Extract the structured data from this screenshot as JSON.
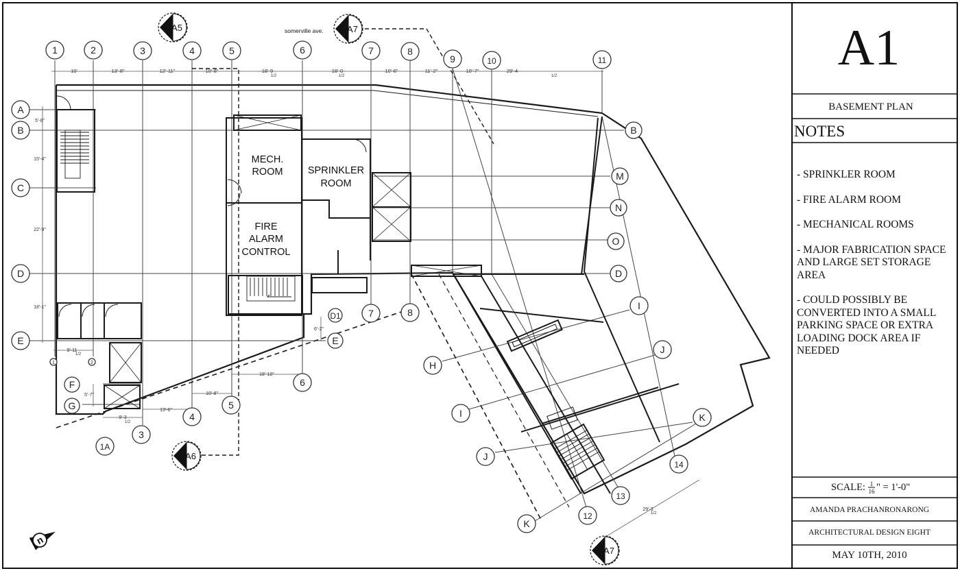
{
  "title_block": {
    "sheet_number": "A1",
    "sheet_title": "BASEMENT PLAN",
    "notes_heading": "NOTES",
    "notes": [
      "  - SPRINKLER ROOM",
      " - FIRE ALARM ROOM",
      " - MECHANICAL ROOMS",
      " - MAJOR FABRICATION SPACE\nAND LARGE SET STORAGE AREA",
      " - COULD POSSIBLY BE CONVERTED INTO A SMALL PARKING SPACE OR EXTRA LOADING DOCK AREA IF NEEDED"
    ],
    "scale_prefix": "SCALE: ",
    "scale_num": "1",
    "scale_den": "16",
    "scale_suffix": "\" = 1'-0\"",
    "author": "AMANDA PRACHANRONARONG",
    "course": "ARCHITECTURAL DESIGN EIGHT",
    "date": "MAY 10TH, 2010"
  },
  "plan": {
    "street_label": "somerville ave.",
    "rooms": {
      "mech_1": "MECH.",
      "mech_2": "ROOM",
      "sprinkler_1": "SPRINKLER",
      "sprinkler_2": "ROOM",
      "fire_1": "FIRE",
      "fire_2": "ALARM",
      "fire_3": "CONTROL"
    },
    "grid_columns_top": [
      "1",
      "2",
      "3",
      "4",
      "5",
      "6",
      "7",
      "8",
      "9",
      "10",
      "11"
    ],
    "grid_rows_left": [
      "A",
      "B",
      "C",
      "D",
      "E"
    ],
    "grid_rows_right": [
      "B",
      "M",
      "N",
      "O",
      "D"
    ],
    "grid_bottom_left": [
      "1A",
      "3",
      "4",
      "5",
      "6",
      "7",
      "8"
    ],
    "grid_left_small": [
      "F",
      "G",
      "1",
      "2"
    ],
    "grid_wing": [
      "H",
      "I",
      "J",
      "K",
      "I",
      "J",
      "K",
      "12",
      "13",
      "14"
    ],
    "misc_labels": [
      "E",
      "D1"
    ],
    "section_markers": [
      "A5",
      "A7",
      "A6",
      "A7"
    ],
    "north_label": "n",
    "dims_top": [
      "10'",
      "13'-8\"",
      "12'-11\"",
      "10'-8\"",
      "18'-9",
      "18'-0",
      "10'-6\"",
      "11'-2\"",
      "10'-7\"",
      "29'-4"
    ],
    "dims_left": [
      "5'-8\"",
      "15'-4\"",
      "22'-9\"",
      "18'-1\""
    ],
    "dims_bottom": [
      "9'-11",
      "9'-3",
      "13'-6\"",
      "10'-8\"",
      "18'-10\"",
      "5'-7\"",
      "6'-2\"",
      "29'-3"
    ],
    "dims_frac": "1/2"
  }
}
